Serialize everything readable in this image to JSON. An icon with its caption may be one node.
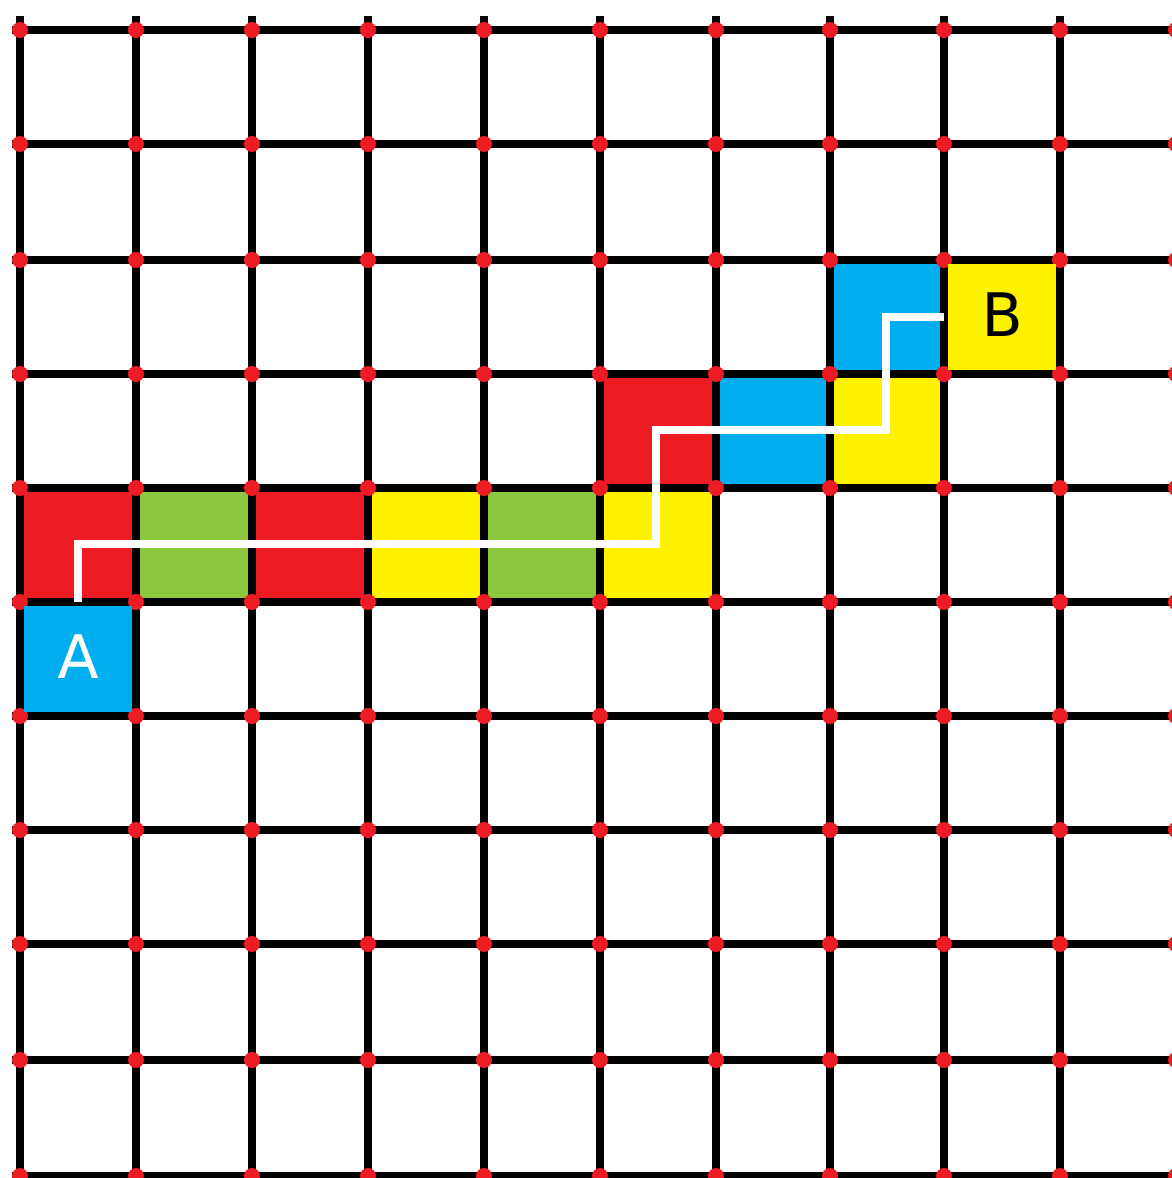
{
  "diagram": {
    "nodes": [
      {
        "text": [
          "A"
        ]
      },
      {
        "text": [
          "B"
        ]
      }
    ],
    "edges": [
      {
        "from": 0,
        "to": 1,
        "arrow": "none",
        "color": "#ffffff"
      }
    ]
  }
}
